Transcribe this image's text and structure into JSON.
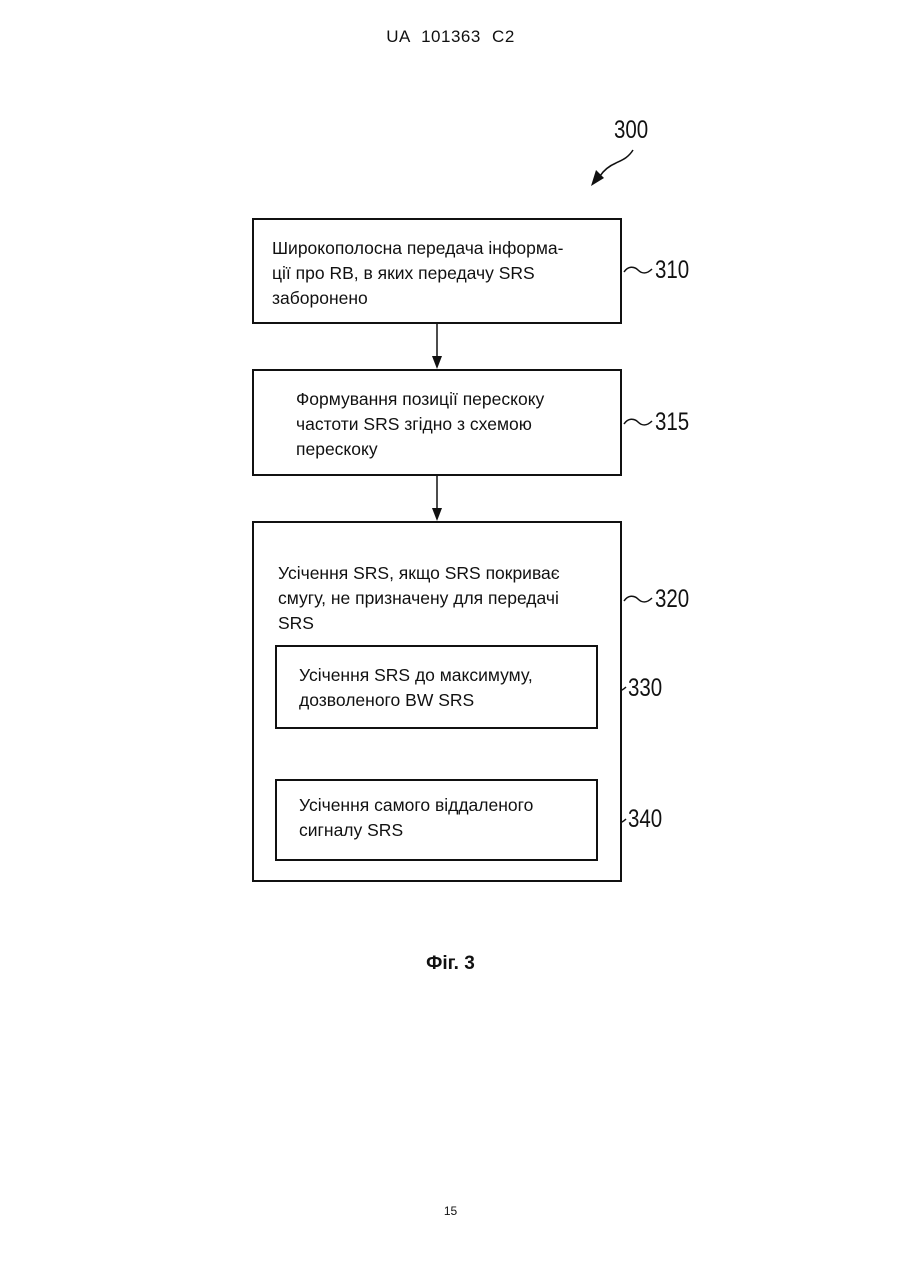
{
  "header": {
    "text": "UA 101363 C2"
  },
  "diagram": {
    "ref_main": "300",
    "box_310": {
      "text": "Широкополосна передача інформа-\nції про RB, в яких передачу SRS\nзаборонено",
      "ref": "310"
    },
    "box_315": {
      "text": "Формування позиції перескоку\nчастоти SRS згідно з схемою\nперескоку",
      "ref": "315"
    },
    "box_320": {
      "text": "Усічення SRS, якщо SRS покриває\nсмугу, не призначену для передачі\nSRS",
      "ref": "320"
    },
    "box_330": {
      "text": "Усічення SRS до максимуму,\nдозволеного BW SRS",
      "ref": "330"
    },
    "box_340": {
      "text": "Усічення самого віддаленого\nсигналу SRS",
      "ref": "340"
    }
  },
  "caption": "Фіг. 3",
  "page_number": "15"
}
